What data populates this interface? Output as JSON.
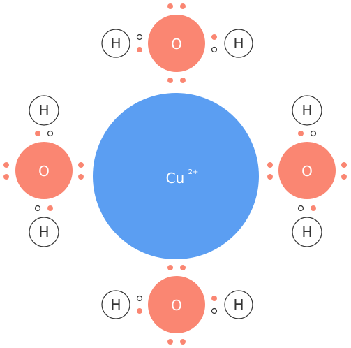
{
  "title": "",
  "center_ion": {
    "symbol": "Cu",
    "charge": "2+"
  },
  "oxygen_label": "O",
  "hydrogen_label": "H",
  "colors": {
    "copper": "#5b9ef2",
    "oxygen": "#fa8672",
    "lone_pair_dot": "#fa8672",
    "hydrogen_fill": "#ffffff",
    "hydrogen_stroke": "#333333",
    "hydrogen_electron": "#333333",
    "oxygen_text": "#ffffff",
    "hydrogen_text": "#333333"
  },
  "water_ligands": [
    {
      "position": "top"
    },
    {
      "position": "left"
    },
    {
      "position": "right"
    },
    {
      "position": "bottom"
    }
  ]
}
